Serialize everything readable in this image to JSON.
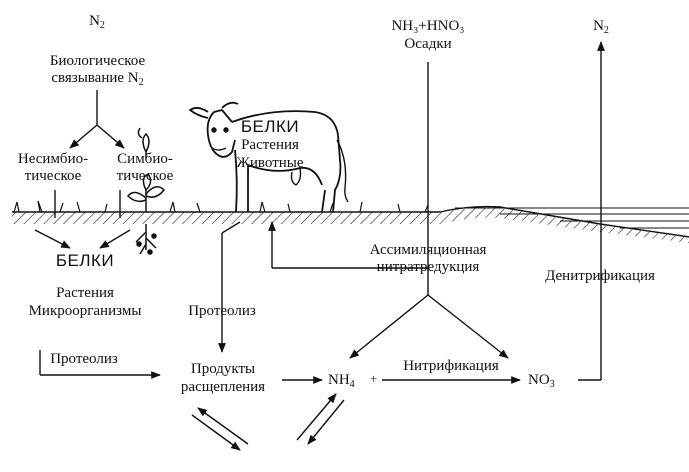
{
  "top_left": {
    "formula": "N",
    "formula_sub": "2",
    "line1": "Биологическое",
    "line2": "связывание N",
    "line2_sub": "2"
  },
  "fixation": {
    "nonsymbiotic_1": "Несимбио-",
    "nonsymbiotic_2": "тическое",
    "symbiotic_1": "Симбио-",
    "symbiotic_2": "тическое"
  },
  "cow_label": {
    "title": "БЕЛКИ",
    "line1": "Растения",
    "line2": "Животные"
  },
  "top_middle": {
    "formula": "NH₃+HNO₃",
    "caption": "Осадки"
  },
  "top_right": {
    "formula": "N",
    "formula_sub": "2"
  },
  "left_proteins": {
    "title": "БЕЛКИ",
    "line1": "Растения",
    "line2": "Микроорганизмы"
  },
  "processes": {
    "assimilation_1": "Ассимиляционная",
    "assimilation_2": "нитратредукция",
    "denitrification": "Денитрификация",
    "proteolysis_mid": "Протеолиз",
    "proteolysis_left": "Протеолиз",
    "nitrification": "Нитрификация"
  },
  "products": {
    "line1": "Продукты",
    "line2": "расщепления"
  },
  "nh4": {
    "base": "NH",
    "sub": "4",
    "plus": "+"
  },
  "no3": {
    "base": "NO",
    "sub": "3"
  },
  "colors": {
    "ink": "#111111",
    "water": "#ffffff"
  }
}
